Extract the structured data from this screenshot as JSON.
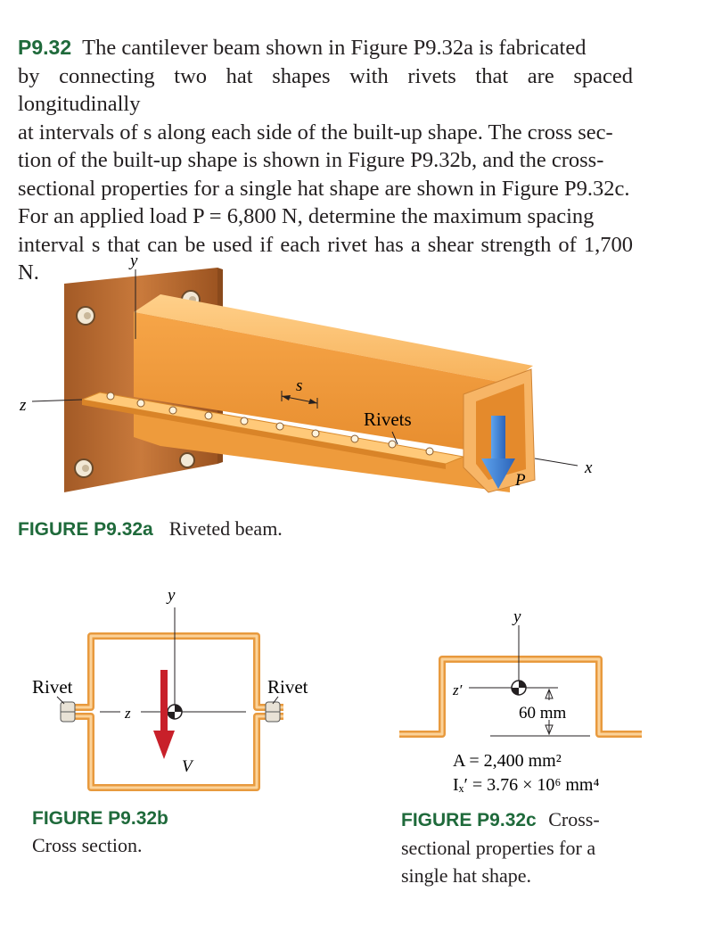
{
  "problem": {
    "number": "P9.32",
    "text_lines": [
      "The cantilever beam shown in Figure P9.32a is fabricated",
      "by connecting two hat shapes with rivets that are spaced longitudinally",
      "at intervals of s along each side of the built-up shape. The cross sec-",
      "tion of the built-up shape is shown in Figure P9.32b, and the cross-",
      "sectional properties for a single hat shape are shown in Figure P9.32c.",
      "For an applied load P = 6,800 N, determine the maximum spacing",
      "interval s that can be used if each rivet has a shear strength of 1,700 N."
    ]
  },
  "figure_a": {
    "label": "FIGURE P9.32a",
    "caption": "Riveted beam.",
    "axis_y": "y",
    "axis_z": "z",
    "axis_x": "x",
    "spacing_label": "s",
    "rivets_label": "Rivets",
    "load_label": "P"
  },
  "figure_b": {
    "label": "FIGURE P9.32b",
    "caption": "Cross section.",
    "axis_y": "y",
    "axis_z": "z",
    "shear_label": "V",
    "rivet_left": "Rivet",
    "rivet_right": "Rivet"
  },
  "figure_c": {
    "label": "FIGURE P9.32c",
    "caption": "Cross-sectional properties for a single hat shape.",
    "axis_y": "y",
    "axis_z": "z′",
    "dimension": "60 mm",
    "area": "A = 2,400 mm²",
    "inertia": "Iₓ′ = 3.76 × 10⁶ mm⁴"
  },
  "colors": {
    "green": "#1f6a3b",
    "beam_orange": "#f5a94e",
    "plate_brown": "#b86a2f",
    "load_blue": "#3a7fd0",
    "shear_red": "#c8202a"
  }
}
